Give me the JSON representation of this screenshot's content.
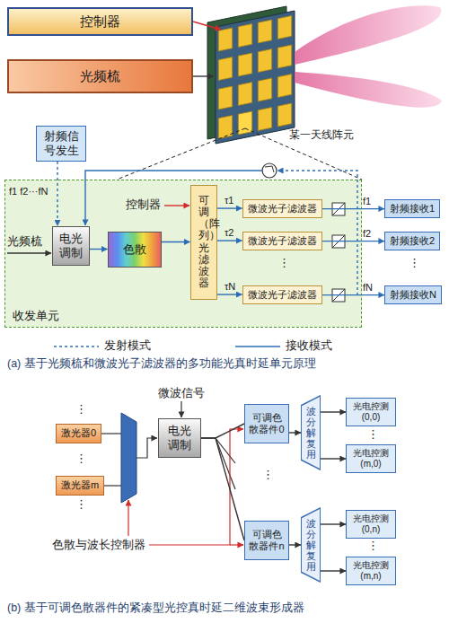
{
  "diagram": {
    "nodes": [
      {
        "text": [
          "控制器"
        ]
      },
      {
        "text": [
          "光频梳"
        ]
      },
      {
        "text": [
          "射频信号发生"
        ]
      },
      {
        "text": [
          "收发单元"
        ]
      },
      {
        "text": [
          "电光调制"
        ],
        "in": 3
      },
      {
        "text": [
          "色散"
        ],
        "in": 3
      },
      {
        "text": [
          "可调（阵列）光滤波器"
        ],
        "in": 3
      },
      {
        "text": [
          "微波光子滤波器"
        ],
        "in": 3
      },
      {
        "text": [
          "微波光子滤波器"
        ],
        "in": 3
      },
      {
        "text": [
          "微波光子滤波器"
        ],
        "in": 3
      },
      {
        "text": [
          "射频接收1"
        ]
      },
      {
        "text": [
          "射频接收2"
        ]
      },
      {
        "text": [
          "射频接收N"
        ]
      },
      {
        "text": [
          "激光器0"
        ]
      },
      {
        "text": [
          "激光器m"
        ]
      },
      {
        "text": [
          "电光调制"
        ]
      },
      {
        "text": [
          "可调色散器件0"
        ]
      },
      {
        "text": [
          "可调色散器件n"
        ]
      },
      {
        "text": [
          "波分解复用"
        ]
      },
      {
        "text": [
          "波分解复用"
        ]
      },
      {
        "text": [
          "光电控测 (0,0)"
        ]
      },
      {
        "text": [
          "光电控测 (m,0)"
        ]
      },
      {
        "text": [
          "光电控测 (0,n)"
        ]
      },
      {
        "text": [
          "光电控测 (m,n)"
        ]
      }
    ],
    "edges": [
      {
        "from": 2,
        "to": 4,
        "arrow": "to",
        "label": "f1 f2···fN"
      },
      {
        "from": 4,
        "to": 5,
        "arrow": "to"
      },
      {
        "from": 5,
        "to": 6,
        "arrow": "to"
      },
      {
        "from": 6,
        "to": 7,
        "arrow": "to",
        "label": "τ1"
      },
      {
        "from": 6,
        "to": 8,
        "arrow": "to",
        "label": "τ2"
      },
      {
        "from": 6,
        "to": 9,
        "arrow": "to",
        "label": "τN"
      },
      {
        "from": 7,
        "to": 10,
        "arrow": "to",
        "label": "f1"
      },
      {
        "from": 8,
        "to": 11,
        "arrow": "to",
        "label": "f2"
      },
      {
        "from": 9,
        "to": 12,
        "arrow": "to",
        "label": "fN"
      },
      {
        "from": 15,
        "to": 16,
        "arrow": "none"
      },
      {
        "from": 15,
        "to": 17,
        "arrow": "none"
      },
      {
        "from": 16,
        "to": 18,
        "arrow": "to"
      },
      {
        "from": 17,
        "to": 19,
        "arrow": "to"
      },
      {
        "from": 18,
        "to": 20,
        "arrow": "to"
      },
      {
        "from": 18,
        "to": 21,
        "arrow": "to"
      },
      {
        "from": 19,
        "to": 22,
        "arrow": "to"
      },
      {
        "from": 19,
        "to": 23,
        "arrow": "to"
      }
    ],
    "labels": [
      "控制器",
      "光频梳",
      "某一天线阵元",
      "⋮",
      "⋮",
      "(a) 基于光频梳和微波光子滤波器的多功能光真时延单元原理",
      "微波信号",
      "⋮",
      "⋮",
      "⋮",
      "⋮",
      "⋮",
      "⋮",
      "色散与波长控制器",
      "(b) 基于可调色散器件的紧凑型光控真时延二维波束形成器"
    ],
    "legend": [
      {
        "text": "发射模式"
      },
      {
        "text": "接收模式"
      }
    ]
  }
}
